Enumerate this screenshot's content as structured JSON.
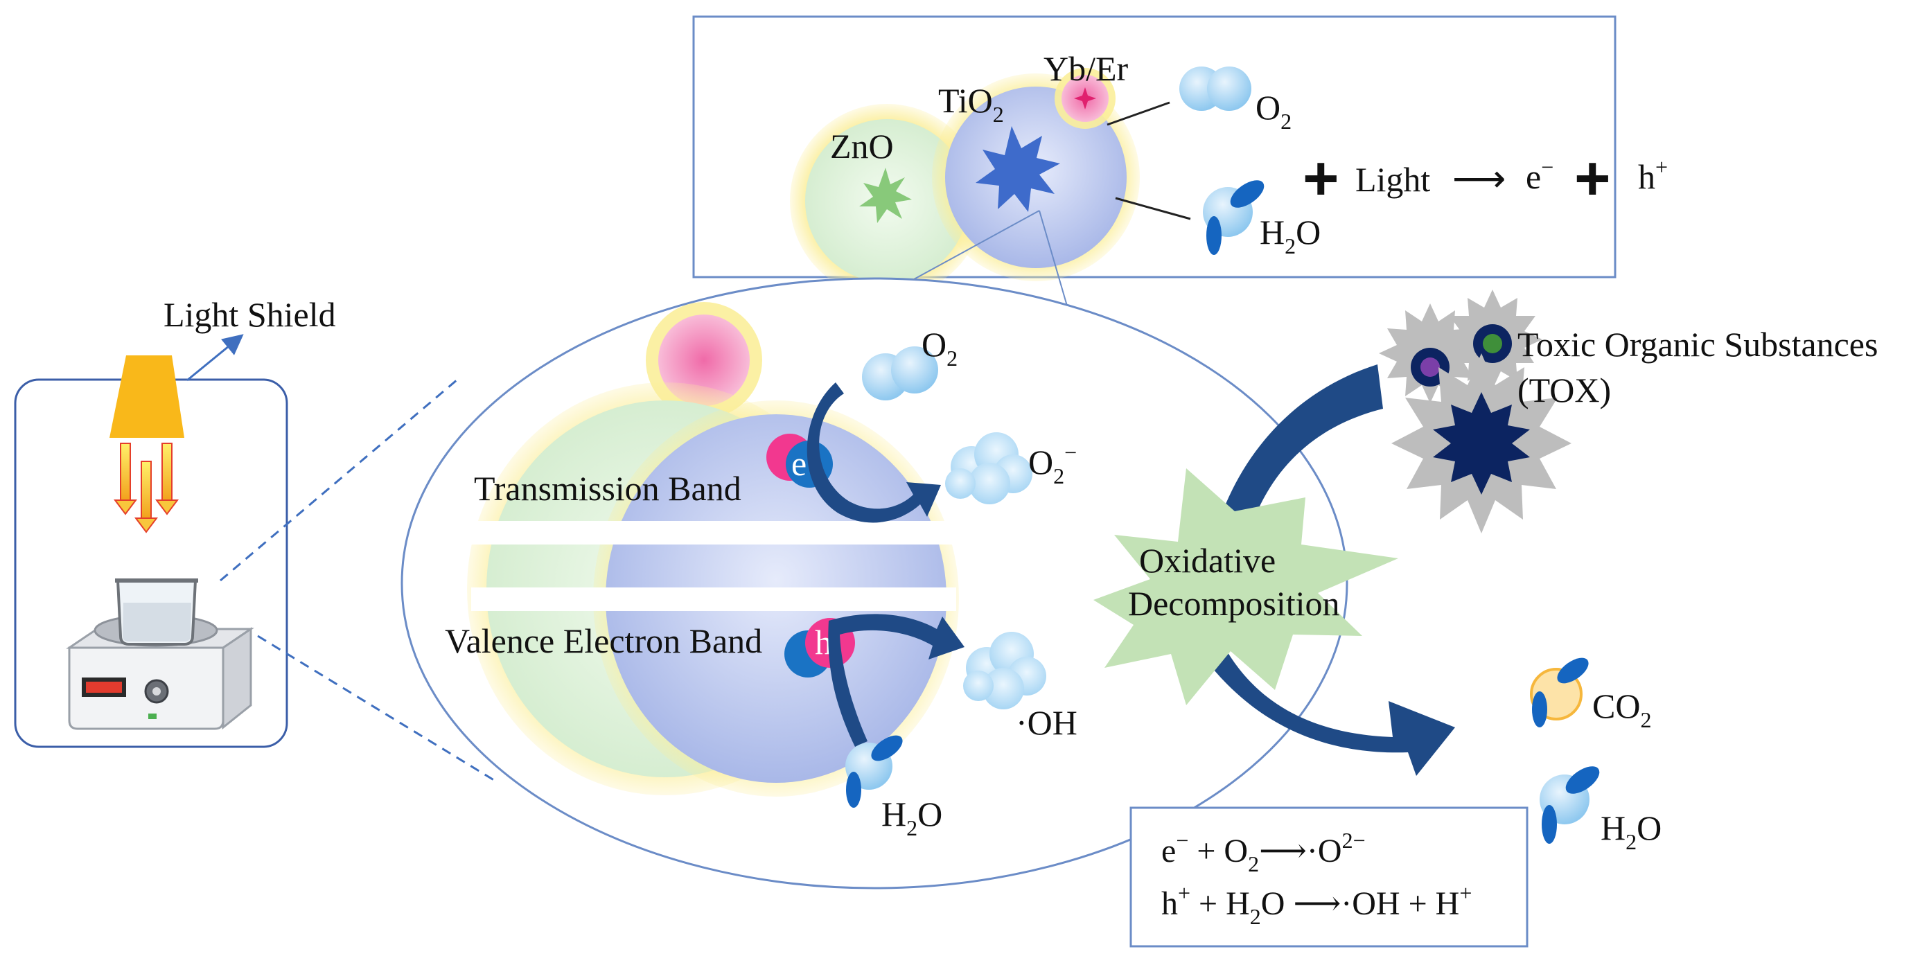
{
  "colors": {
    "frame": "#6b8cc7",
    "navy_arrow": "#1f4a86",
    "tio2_blue": "#aebcea",
    "zno_green": "#d7efd2",
    "glow_yellow": "#fbee9a",
    "pink": "#f2388f",
    "electron_blue": "#1a73c4",
    "burst_green": "#c3e2b6",
    "tox_gray": "#bdbdbd",
    "tox_navy": "#0c2461"
  },
  "icons": [
    "lamp-icon",
    "beaker-icon",
    "stirrer-icon",
    "o2-molecule-icon",
    "h2o-molecule-icon",
    "superoxide-cloud-icon",
    "hydroxyl-cloud-icon",
    "co2-molecule-icon",
    "tox-particle-icon"
  ],
  "apparatus": {
    "shield_label": "Light Shield"
  },
  "top_panel": {
    "zno": "ZnO",
    "tio2_base": "TiO",
    "tio2_sub": "2",
    "dopant": "Yb/Er",
    "o2_base": "O",
    "o2_sub": "2",
    "h2o_h": "H",
    "h2o_sub": "2",
    "h2o_o": "O",
    "plus1": "+",
    "light": "Light",
    "arrow": "⟶",
    "electron_base": "e",
    "electron_sup": "−",
    "plus2": "+",
    "hole_base": "h",
    "hole_sup": "+"
  },
  "mechanism": {
    "cb_label": "Transmission Band",
    "vb_label": "Valence Electron Band",
    "e_base": "e",
    "e_sup": "−",
    "h_base": "h",
    "h_sup": "+",
    "o2_base": "O",
    "o2_sub": "2",
    "superoxide_base": "O",
    "superoxide_sub": "2",
    "superoxide_sup": "−",
    "oh": "·OH",
    "h2o_h": "H",
    "h2o_sub": "2",
    "h2o_o": "O"
  },
  "right_side": {
    "burst_line1": "Oxidative",
    "burst_line2": "Decomposition",
    "tox_line1": "Toxic Organic Substances",
    "tox_line2": "(TOX)",
    "co2_base": "CO",
    "co2_sub": "2",
    "h2o_h": "H",
    "h2o_sub": "2",
    "h2o_o": "O"
  },
  "equations": {
    "eq1_a": "e",
    "eq1_a_sup": "−",
    "eq1_b": " + O",
    "eq1_b_sub": "2",
    "eq1_c": "⟶·O",
    "eq1_c_sup": "2−",
    "eq2_a": "h",
    "eq2_a_sup": "+",
    "eq2_b": " + H",
    "eq2_b_sub": "2",
    "eq2_c": "O ⟶·OH + H",
    "eq2_c_sup": "+"
  }
}
